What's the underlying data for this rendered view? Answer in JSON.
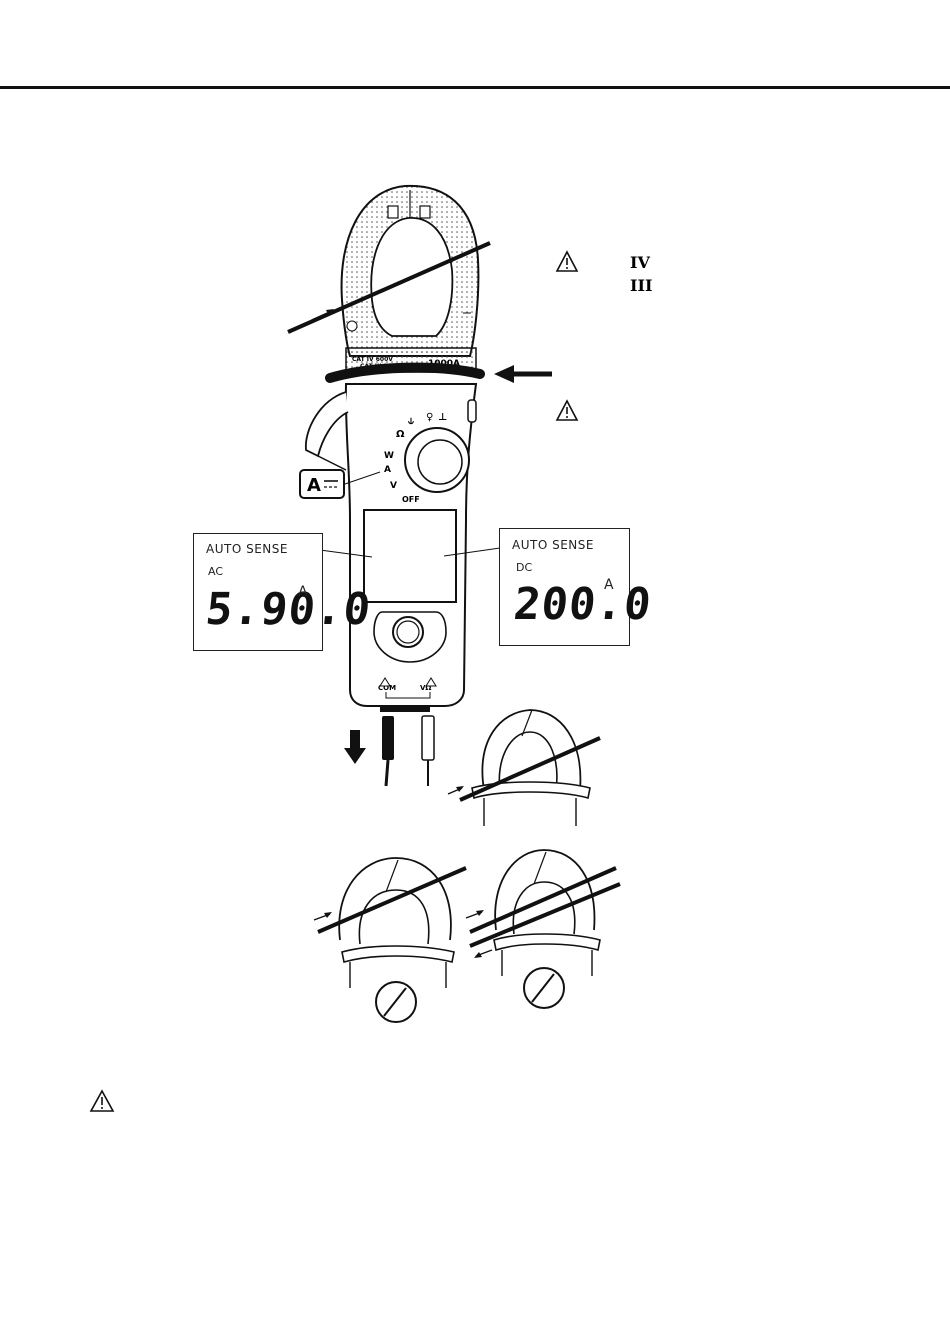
{
  "document": {
    "lcd_left": {
      "header": "AUTO SENSE",
      "mode": "AC",
      "reading": "5.90.0",
      "unit": "A"
    },
    "lcd_right": {
      "header": "AUTO SENSE",
      "mode": "DC",
      "reading": "200.0",
      "unit": "A"
    },
    "function_badge": "A",
    "category_marks": {
      "cat_iv": "IV",
      "cat_iii": "III"
    },
    "dial_labels": {
      "ohm": "Ω",
      "w": "W",
      "a": "A",
      "v": "V",
      "off": "OFF"
    },
    "jack_labels": {
      "com": "COM",
      "v": "VΩ"
    },
    "jaw_labels": {
      "rating": "1000A",
      "left_small": "CAT IV 600V",
      "left_small_2": "CAT III 1000V"
    }
  }
}
